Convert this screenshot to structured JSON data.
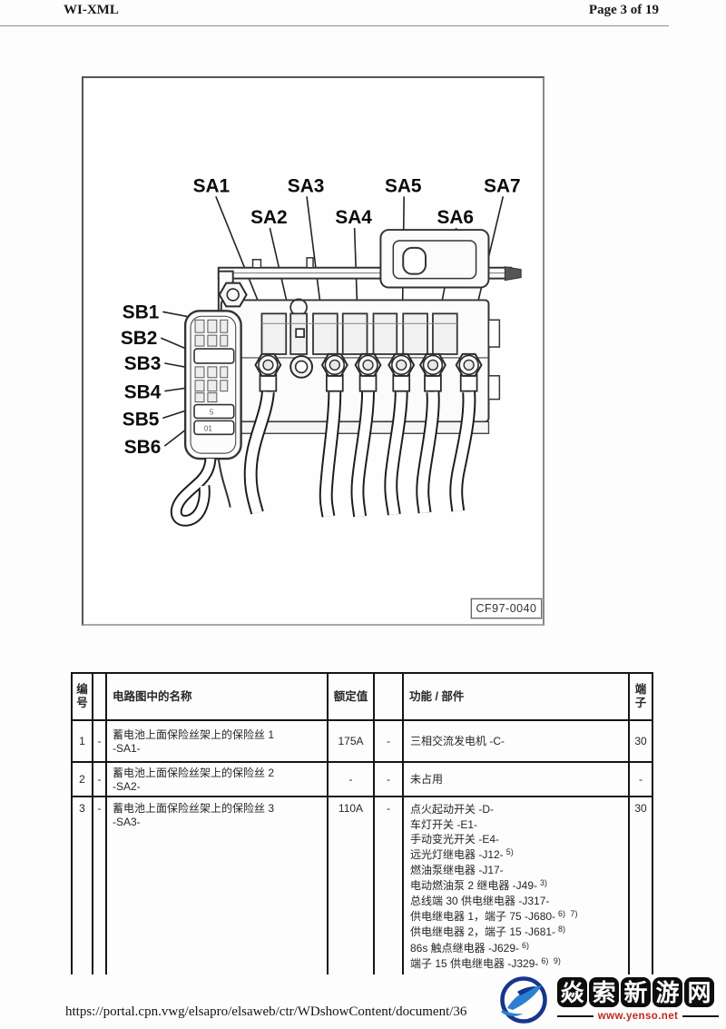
{
  "page": {
    "header_left": "WI-XML",
    "header_right": "Page 3 of 19",
    "footer_url": "https://portal.cpn.vwg/elsapro/elsaweb/ctr/WDshowContent/document/36"
  },
  "diagram": {
    "sa_labels": [
      "SA1",
      "SA2",
      "SA3",
      "SA4",
      "SA5",
      "SA6",
      "SA7"
    ],
    "sb_labels": [
      "SB1",
      "SB2",
      "SB3",
      "SB4",
      "SB5",
      "SB6"
    ],
    "figure_code": "CF97-0040",
    "holder_marks": [
      "5",
      "01"
    ]
  },
  "table": {
    "headers": {
      "col_number": "编号",
      "col_name": "电路图中的名称",
      "col_rating": "额定值",
      "col_function": "功能 / 部件",
      "col_terminal": "端子"
    },
    "rows": [
      {
        "number": "1",
        "dash1": "-",
        "name_line1": "蓄电池上面保险丝架上的保险丝 1",
        "name_line2": "-SA1-",
        "rating": "175A",
        "dash2": "-",
        "functions": [
          {
            "text": "三相交流发电机 -C-",
            "sup": ""
          }
        ],
        "terminal": "30"
      },
      {
        "number": "2",
        "dash1": "-",
        "name_line1": "蓄电池上面保险丝架上的保险丝 2",
        "name_line2": "-SA2-",
        "rating": "-",
        "dash2": "-",
        "functions": [
          {
            "text": "未占用",
            "sup": ""
          }
        ],
        "terminal": "-"
      },
      {
        "number": "3",
        "dash1": "-",
        "name_line1": "蓄电池上面保险丝架上的保险丝 3",
        "name_line2": "-SA3-",
        "rating": "110A",
        "dash2": "-",
        "functions": [
          {
            "text": "点火起动开关 -D-",
            "sup": ""
          },
          {
            "text": "车灯开关 -E1-",
            "sup": ""
          },
          {
            "text": "手动变光开关 -E4-",
            "sup": ""
          },
          {
            "text": "远光灯继电器 -J12-",
            "sup": "5)"
          },
          {
            "text": "燃油泵继电器 -J17-",
            "sup": ""
          },
          {
            "text": "电动燃油泵 2 继电器 -J49-",
            "sup": "3)"
          },
          {
            "text": "总线端 30 供电继电器 -J317-",
            "sup": ""
          },
          {
            "text": "供电继电器 1，端子 75 -J680-",
            "sup": "6) 7)"
          },
          {
            "text": "供电继电器 2，端子 15 -J681-",
            "sup": "8)"
          },
          {
            "text": "86s 触点继电器 -J629-",
            "sup": "6)"
          },
          {
            "text": "端子 15 供电继电器 -J329-",
            "sup": "6) 9)"
          }
        ],
        "terminal": "30"
      }
    ]
  },
  "watermark": {
    "brand_chars": [
      "焱",
      "索",
      "新",
      "游",
      "网"
    ],
    "site_url": "www.yenso.net",
    "colors": {
      "logo_blue_dark": "#16368c",
      "logo_blue_light": "#2e7fd2",
      "stamp_bg": "#0d0d0d",
      "url_red": "#c0281e"
    }
  }
}
